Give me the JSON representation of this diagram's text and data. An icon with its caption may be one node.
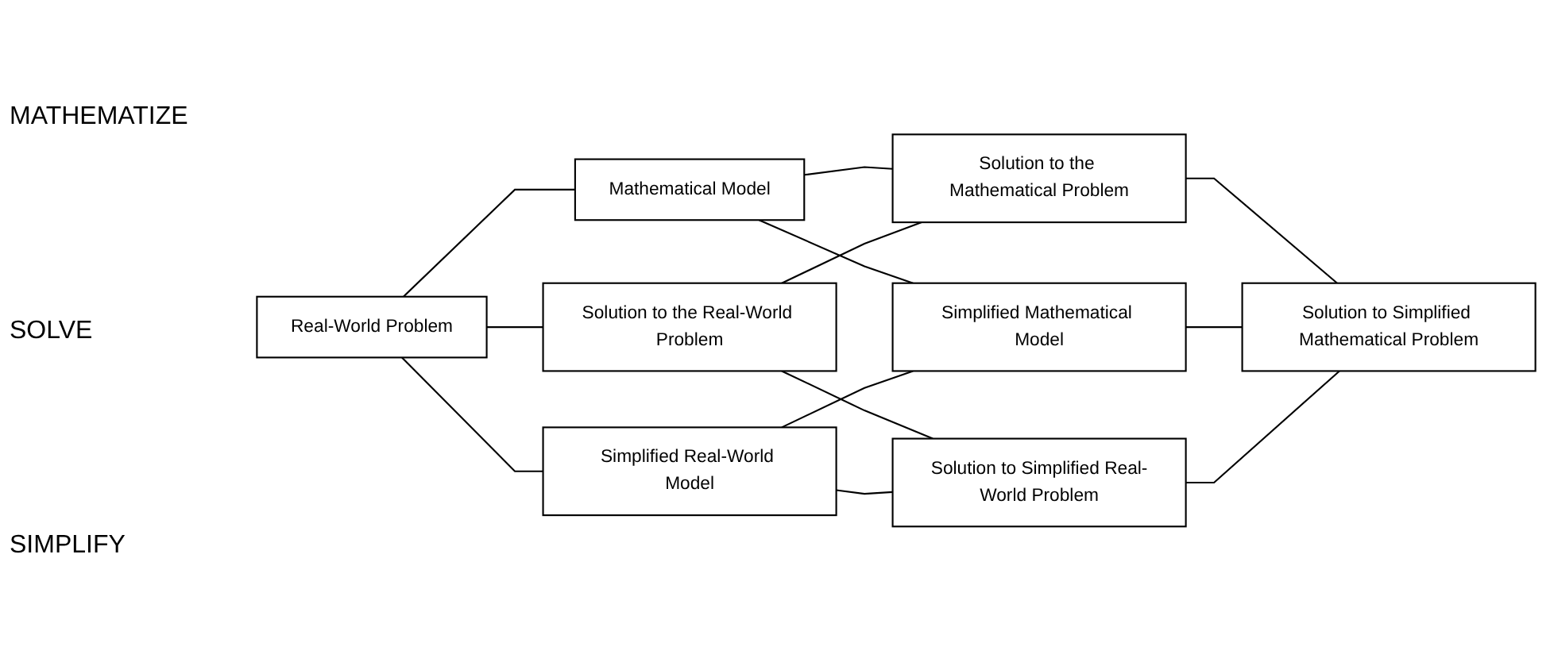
{
  "diagram": {
    "nodes": [
      {
        "text": [
          "Mathematical Model"
        ]
      },
      {
        "text": [
          "Solution to the Mathematical Problem"
        ]
      },
      {
        "text": [
          "Real-World Problem"
        ]
      },
      {
        "text": [
          "Solution to the Real-World Problem"
        ]
      },
      {
        "text": [
          "Simplified Mathematical Model"
        ]
      },
      {
        "text": [
          "Solution to Simplified Mathematical Problem"
        ]
      },
      {
        "text": [
          "Simplified Real-World Model"
        ]
      },
      {
        "text": [
          "Solution to Simplified Real-World Problem"
        ]
      }
    ],
    "edges": [
      {
        "from": 0,
        "to": 1,
        "arrow": "none"
      },
      {
        "from": 2,
        "to": 0,
        "arrow": "none"
      },
      {
        "from": 3,
        "to": 1,
        "arrow": "none"
      },
      {
        "from": 2,
        "to": 3,
        "arrow": "none"
      },
      {
        "from": 0,
        "to": 4,
        "arrow": "none"
      },
      {
        "from": 1,
        "to": 5,
        "arrow": "none"
      },
      {
        "from": 2,
        "to": 6,
        "arrow": "none"
      },
      {
        "from": 3,
        "to": 7,
        "arrow": "none"
      },
      {
        "from": 4,
        "to": 5,
        "arrow": "none"
      },
      {
        "from": 6,
        "to": 4,
        "arrow": "none"
      },
      {
        "from": 6,
        "to": 7,
        "arrow": "none"
      },
      {
        "from": 7,
        "to": 5,
        "arrow": "none"
      }
    ],
    "labels": [
      "MATHEMATIZE",
      "SOLVE",
      "SIMPLIFY"
    ]
  }
}
